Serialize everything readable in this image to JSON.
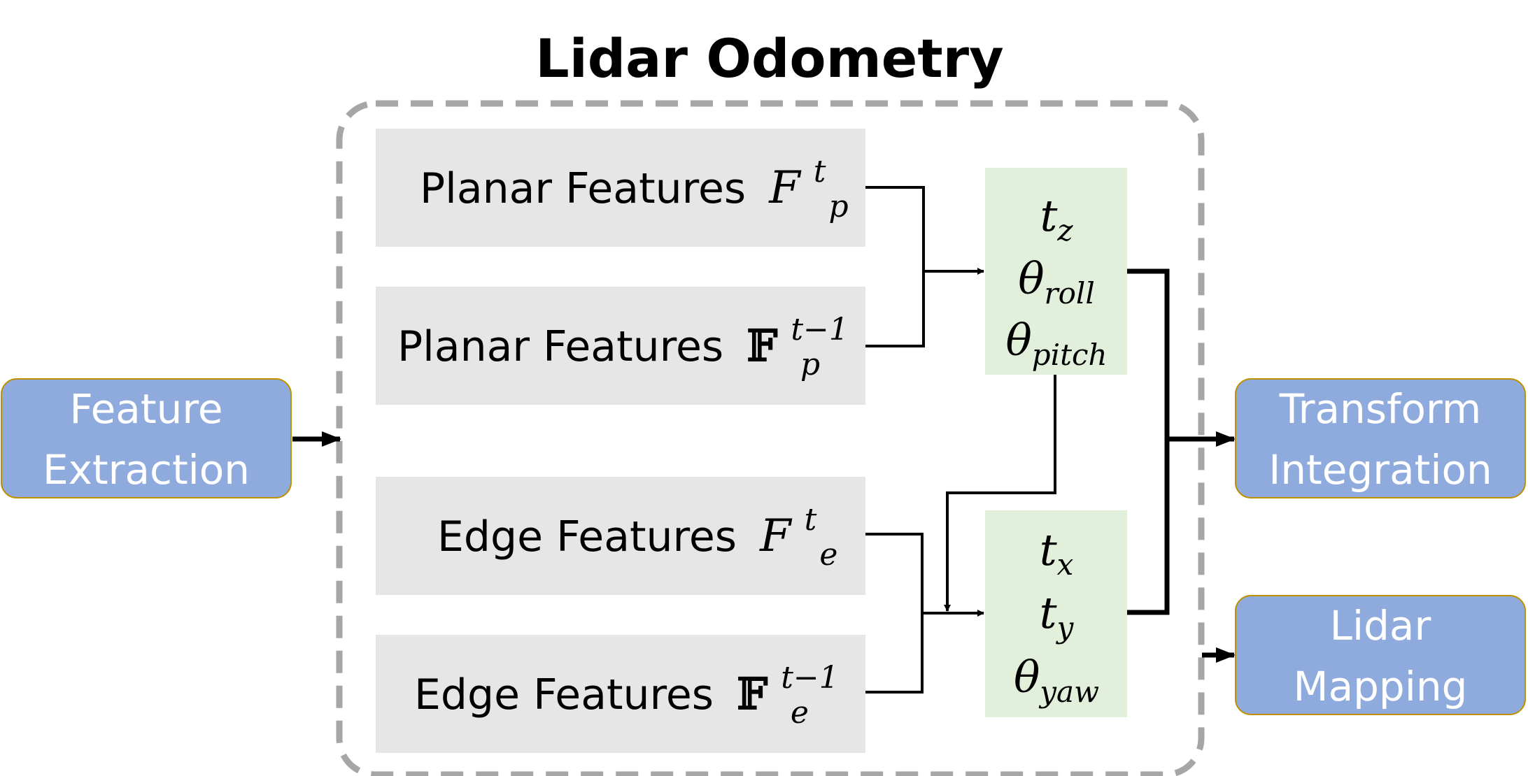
{
  "title": "Lidar Odometry",
  "colors": {
    "blue_box_fill": "#8faadc",
    "blue_box_stroke": "#bf9000",
    "gray_box_fill": "#e7e6e6",
    "green_box_fill": "#e2efda",
    "dashed_border": "#a6a6a6",
    "arrow": "#000000"
  },
  "inputs": {
    "feature_extraction": [
      "Feature",
      "Extraction"
    ]
  },
  "features": [
    {
      "label": "Planar Features",
      "symbol": "F",
      "subscript": "p",
      "superscript": "t"
    },
    {
      "label": "Planar Features",
      "symbol": "𝔽",
      "subscript": "p",
      "superscript": "t−1"
    },
    {
      "label": "Edge Features",
      "symbol": "F",
      "subscript": "e",
      "superscript": "t"
    },
    {
      "label": "Edge Features",
      "symbol": "𝔽",
      "subscript": "e",
      "superscript": "t−1"
    }
  ],
  "estimates": {
    "upper": [
      {
        "base": "t",
        "sub": "z"
      },
      {
        "base": "θ",
        "sub": "roll"
      },
      {
        "base": "θ",
        "sub": "pitch"
      }
    ],
    "lower": [
      {
        "base": "t",
        "sub": "x"
      },
      {
        "base": "t",
        "sub": "y"
      },
      {
        "base": "θ",
        "sub": "yaw"
      }
    ]
  },
  "outputs": {
    "transform_integration": [
      "Transform",
      "Integration"
    ],
    "lidar_mapping": [
      "Lidar",
      "Mapping"
    ]
  }
}
